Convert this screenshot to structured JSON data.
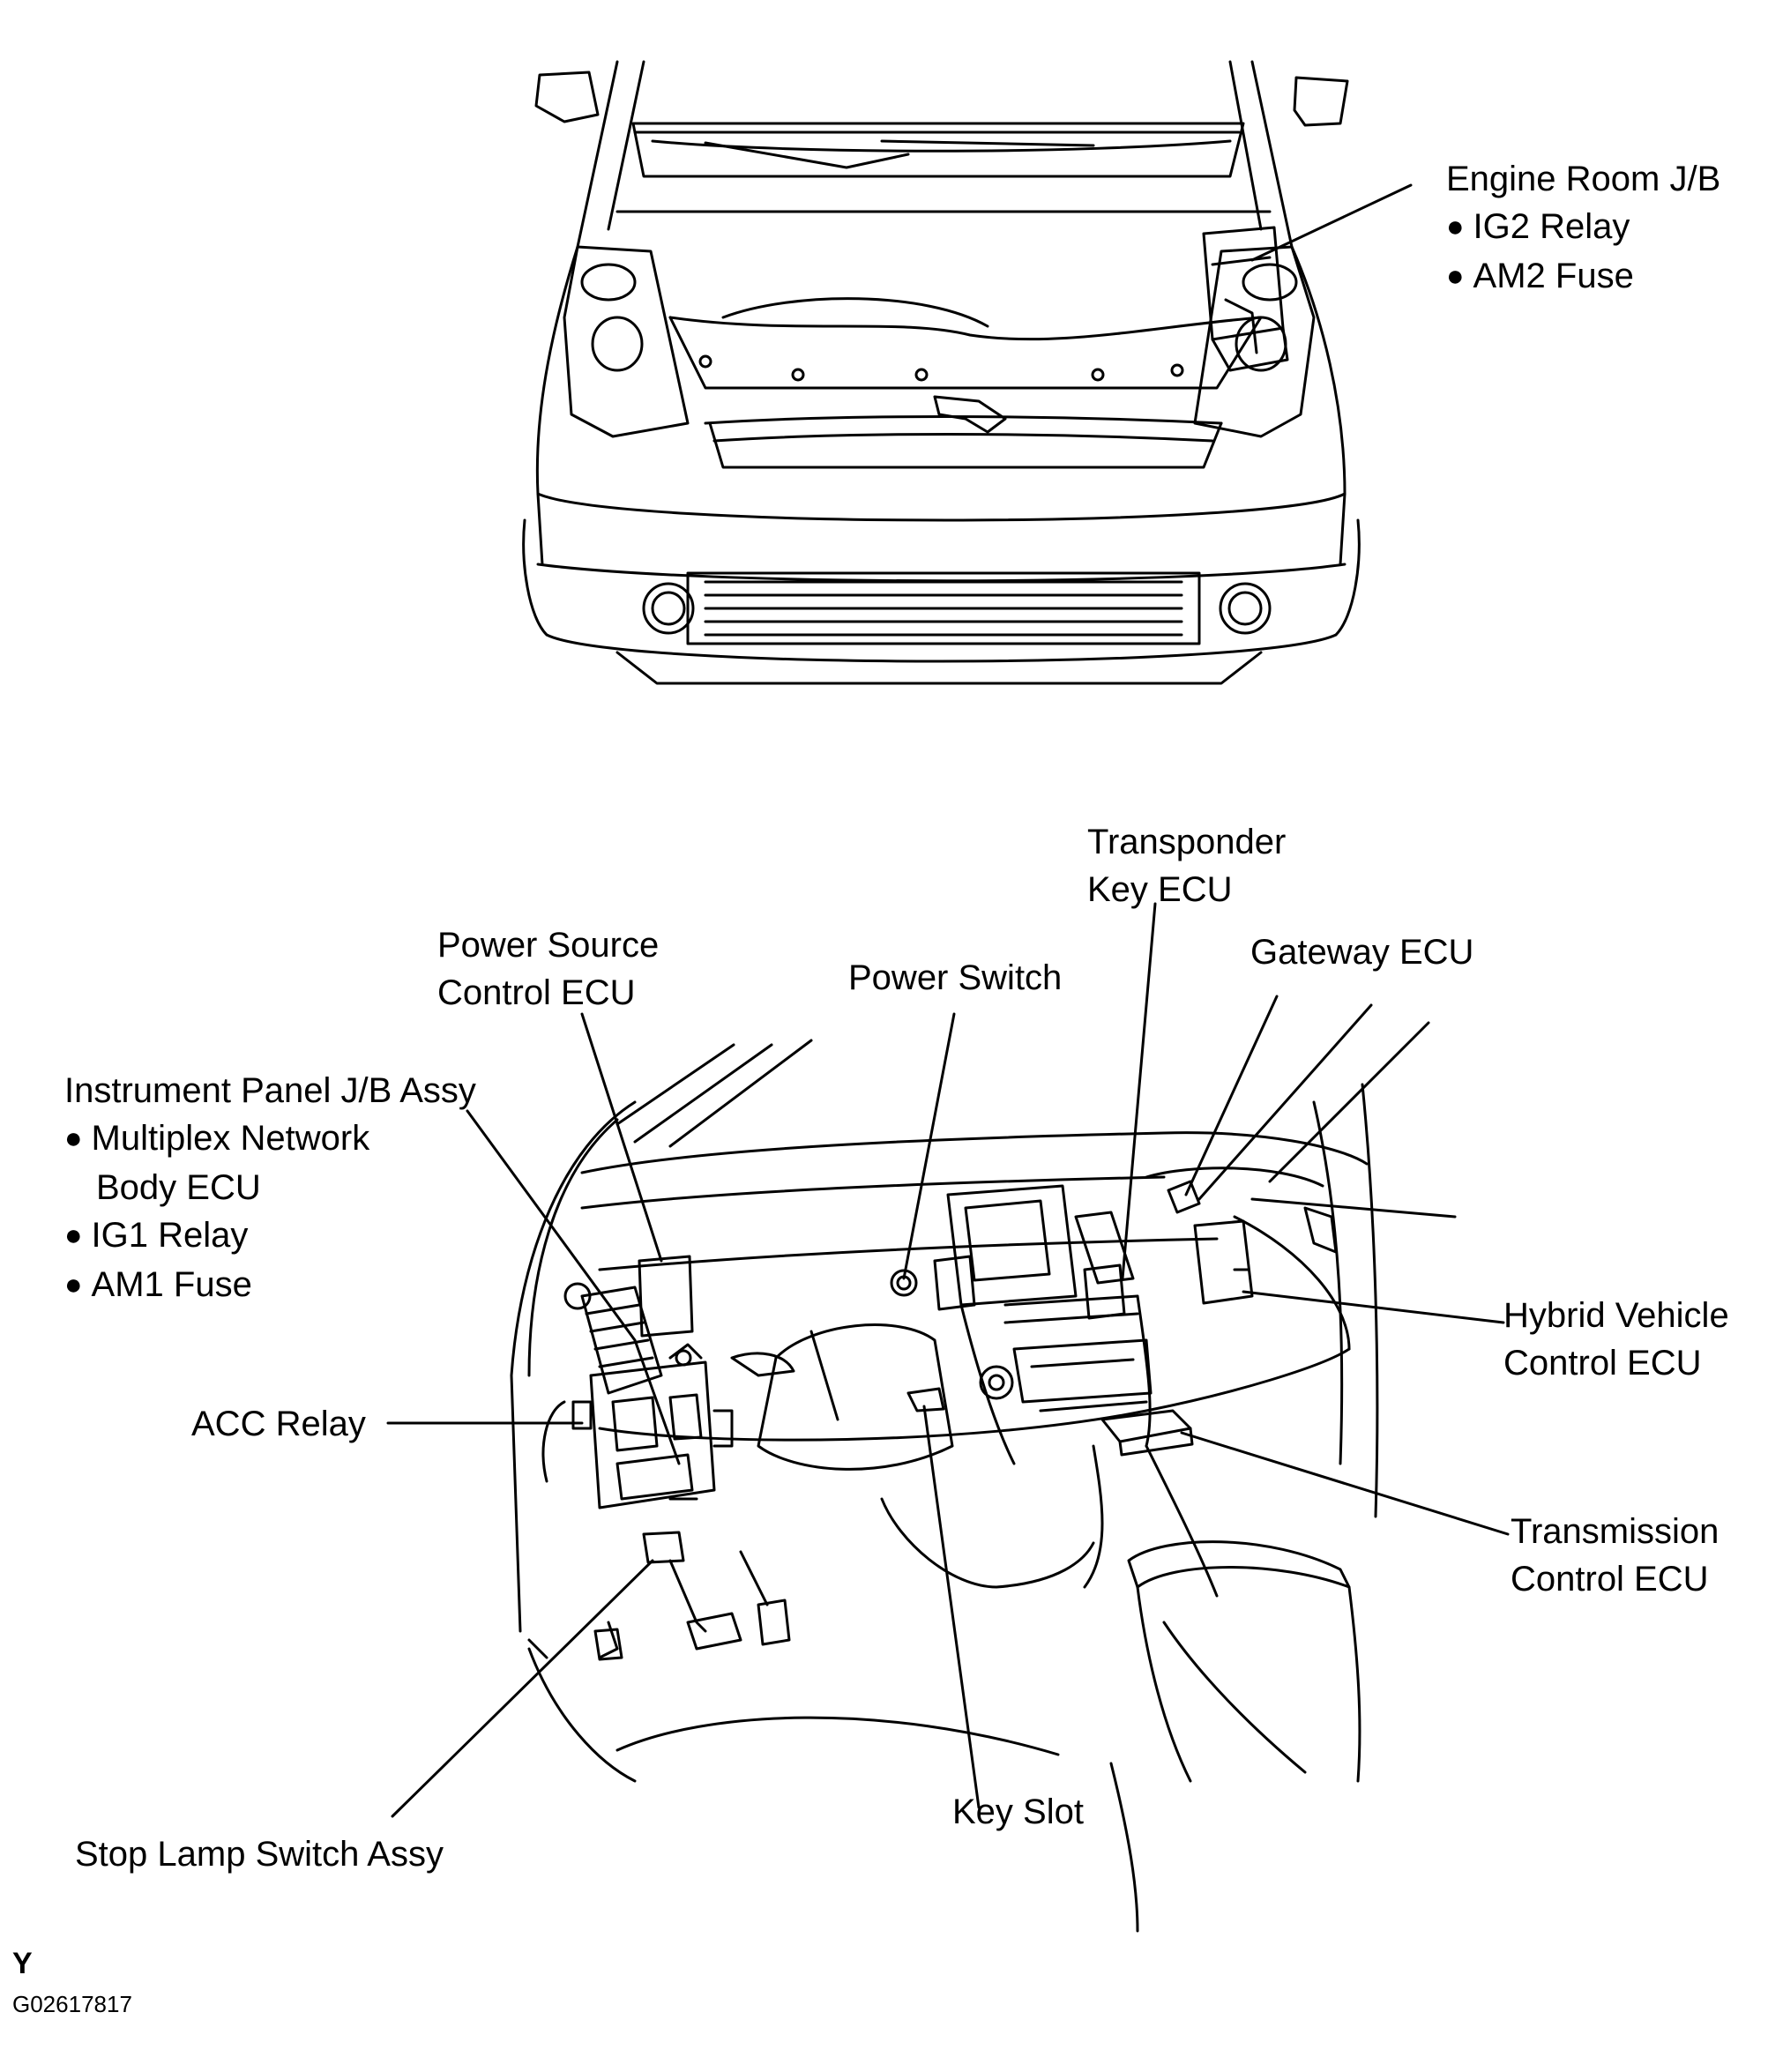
{
  "engine_room": {
    "title": "Engine Room J/B",
    "items": [
      "IG2 Relay",
      "AM2 Fuse"
    ]
  },
  "transponder": {
    "line1": "Transponder",
    "line2": "Key ECU"
  },
  "gateway": {
    "label": "Gateway ECU"
  },
  "power_source": {
    "line1": "Power Source",
    "line2": "Control ECU"
  },
  "power_switch": {
    "label": "Power Switch"
  },
  "instrument_panel": {
    "title": "Instrument Panel J/B Assy",
    "items": [
      "Multiplex Network",
      "Body ECU",
      "IG1 Relay",
      "AM1 Fuse"
    ]
  },
  "hybrid": {
    "line1": "Hybrid Vehicle",
    "line2": "Control ECU"
  },
  "acc_relay": {
    "label": "ACC Relay"
  },
  "transmission": {
    "line1": "Transmission",
    "line2": "Control ECU"
  },
  "key_slot": {
    "label": "Key Slot"
  },
  "stop_lamp": {
    "label": "Stop Lamp Switch Assy"
  },
  "footer": {
    "letter": "Y",
    "code": "G02617817"
  },
  "bullet_glyph": "●"
}
